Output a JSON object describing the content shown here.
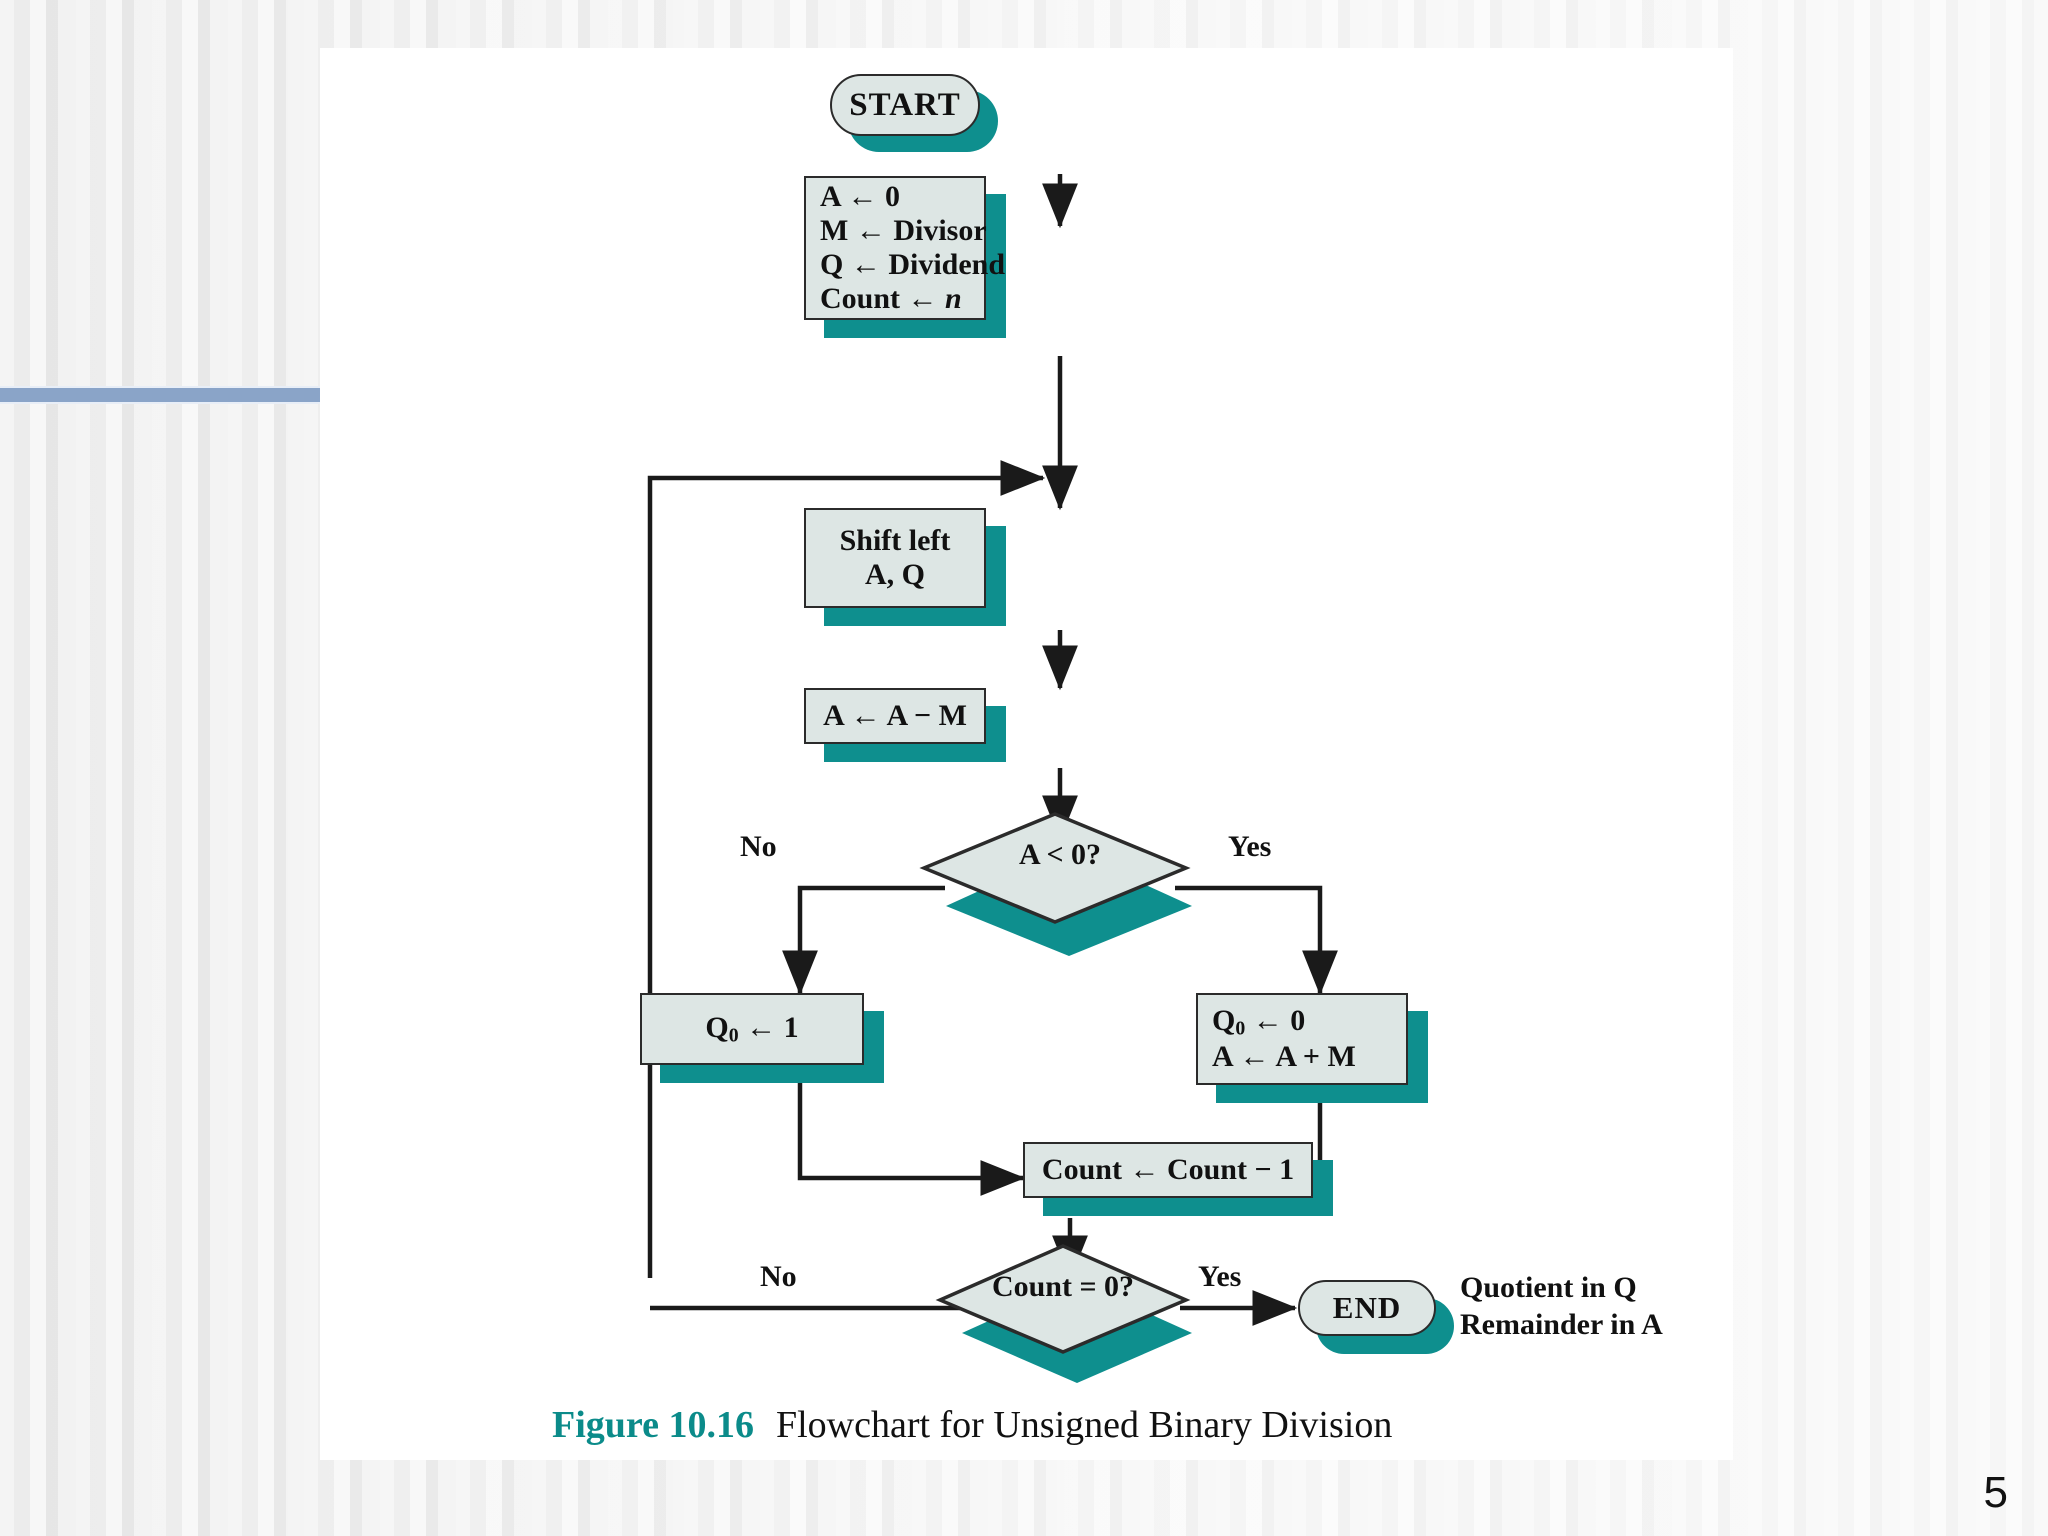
{
  "slide": {
    "page_number": "5",
    "background_color": "#f2f2f2",
    "accent_bar_color": "#8aa4c8",
    "panel_color": "#ffffff"
  },
  "figure": {
    "number_label": "Figure 10.16",
    "caption": "Flowchart for Unsigned Binary Division",
    "number_color": "#0b8b8a",
    "shape_fill": "#dde6e4",
    "shape_shadow": "#0e8f8e",
    "stroke": "#2b2b2b"
  },
  "chart_data": {
    "type": "diagram",
    "diagram_kind": "flowchart",
    "title": "Flowchart for Unsigned Binary Division",
    "nodes": [
      {
        "id": "start",
        "shape": "terminator",
        "lines": [
          "START"
        ]
      },
      {
        "id": "init",
        "shape": "process",
        "lines": [
          "A ← 0",
          "M ← Divisor",
          "Q ← Dividend",
          "Count ← n"
        ]
      },
      {
        "id": "shift",
        "shape": "process",
        "lines": [
          "Shift left",
          "A, Q"
        ]
      },
      {
        "id": "sub",
        "shape": "process",
        "lines": [
          "A ← A − M"
        ]
      },
      {
        "id": "testneg",
        "shape": "decision",
        "lines": [
          "A < 0?"
        ]
      },
      {
        "id": "setq1",
        "shape": "process",
        "lines": [
          "Q0 ← 1"
        ]
      },
      {
        "id": "restore",
        "shape": "process",
        "lines": [
          "Q0 ← 0",
          "A ← A + M"
        ]
      },
      {
        "id": "deccount",
        "shape": "process",
        "lines": [
          "Count ← Count − 1"
        ]
      },
      {
        "id": "testcount",
        "shape": "decision",
        "lines": [
          "Count = 0?"
        ]
      },
      {
        "id": "end",
        "shape": "terminator",
        "lines": [
          "END"
        ]
      }
    ],
    "edges": [
      {
        "from": "start",
        "to": "init",
        "label": ""
      },
      {
        "from": "init",
        "to": "shift",
        "label": ""
      },
      {
        "from": "shift",
        "to": "sub",
        "label": ""
      },
      {
        "from": "sub",
        "to": "testneg",
        "label": ""
      },
      {
        "from": "testneg",
        "to": "setq1",
        "label": "No"
      },
      {
        "from": "testneg",
        "to": "restore",
        "label": "Yes"
      },
      {
        "from": "setq1",
        "to": "deccount",
        "label": ""
      },
      {
        "from": "restore",
        "to": "deccount",
        "label": ""
      },
      {
        "from": "deccount",
        "to": "testcount",
        "label": ""
      },
      {
        "from": "testcount",
        "to": "shift",
        "label": "No"
      },
      {
        "from": "testcount",
        "to": "end",
        "label": "Yes"
      }
    ],
    "annotations": [
      "Quotient in Q",
      "Remainder in A"
    ]
  },
  "nodes": {
    "start": {
      "text": "START"
    },
    "init": {
      "l1": "A ← 0",
      "l2": "M ← Divisor",
      "l3": "Q ← Dividend",
      "l4a": "Count ← ",
      "l4b": "n"
    },
    "shift": {
      "l1": "Shift left",
      "l2": "A, Q"
    },
    "sub": {
      "l1": "A ← A − M"
    },
    "testneg": {
      "l1": "A < 0?"
    },
    "setq1": {
      "q": "Q",
      "sub": "0",
      "rest": " ← 1"
    },
    "restore": {
      "q": "Q",
      "sub": "0",
      "rest": " ← 0",
      "l2": "A ← A + M"
    },
    "deccount": {
      "l1": "Count ← Count − 1"
    },
    "testcount": {
      "l1": "Count = 0?"
    },
    "end": {
      "text": "END"
    }
  },
  "labels": {
    "neg_no": "No",
    "neg_yes": "Yes",
    "count_no": "No",
    "count_yes": "Yes",
    "note_line1": "Quotient in Q",
    "note_line2": "Remainder in A"
  }
}
